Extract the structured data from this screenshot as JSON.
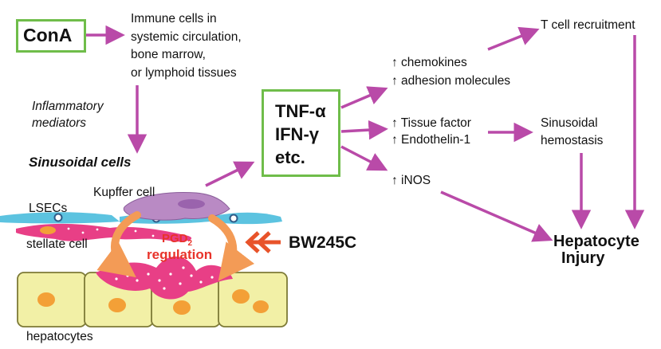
{
  "colors": {
    "arrow": "#b94aa8",
    "box_border": "#6fbd4a",
    "lsec": "#5cc3e0",
    "kupffer": "#b98ac4",
    "stellate": "#e83f86",
    "hepatocyte_fill": "#f2f0a6",
    "hepatocyte_nucleus": "#f3a037",
    "regulation_arrow": "#f39b56",
    "inhibitor_arrow": "#e8532a",
    "regulation_text": "#e8332a"
  },
  "labels": {
    "cona": "ConA",
    "immune_cells": [
      "Immune cells in",
      "systemic circulation,",
      "bone marrow,",
      "or lymphoid tissues"
    ],
    "inflammatory": [
      "Inflammatory",
      "mediators"
    ],
    "sinusoidal_cells": "Sinusoidal cells",
    "kupffer_cell": "Kupffer cell",
    "lsecs": "LSECs",
    "stellate_cell": "stellate cell",
    "hepatocytes": "hepatocytes",
    "pgd2": "PGD",
    "pgd2_subscript": "2",
    "regulation": "regulation",
    "bw245c": "BW245C",
    "cytokines": [
      "TNF-α",
      "IFN-γ",
      "etc."
    ],
    "chemokines": [
      "↑ chemokines",
      "↑ adhesion molecules"
    ],
    "tissue_factor": [
      "↑ Tissue factor",
      "↑ Endothelin-1"
    ],
    "inos": "↑ iNOS",
    "t_cell_recruitment": "T cell recruitment",
    "sinusoidal_hemostasis": [
      "Sinusoidal",
      "hemostasis"
    ],
    "hepatocyte_injury": [
      "Hepatocyte",
      "Injury"
    ]
  }
}
